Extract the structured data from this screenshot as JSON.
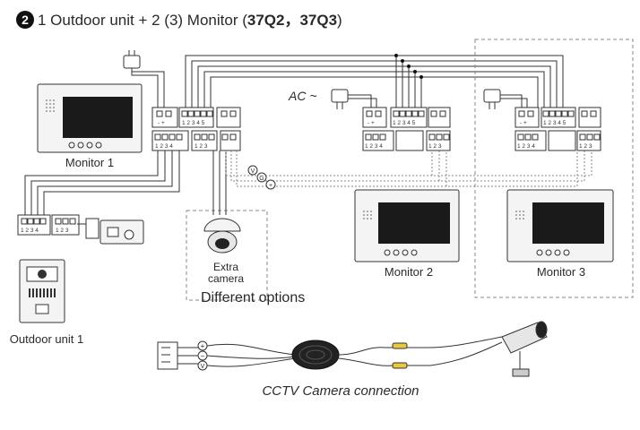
{
  "header": {
    "badge": "2",
    "title_prefix": "1 Outdoor unit  + 2 (3) Monitor  (",
    "model_a": "37Q2",
    "separator": "，",
    "model_b": "37Q3",
    "title_suffix": ")"
  },
  "labels": {
    "monitor_1": "Monitor 1",
    "monitor_2": "Monitor 2",
    "monitor_3": "Monitor 3",
    "outdoor_unit_1": "Outdoor unit 1",
    "extra_camera_line1": "Extra",
    "extra_camera_line2": "camera",
    "different_options": "Different options",
    "ac_label": "AC ~",
    "cctv_connection": "CCTV Camera connection"
  },
  "terminals": {
    "power": "- +",
    "monitor_bus": "1 2 3 4 5",
    "door_bus": "1 2 3 4",
    "camera_bus": "1 2 3",
    "outdoor_bus": "1 2 3 4",
    "lock_bus": "1 2 3"
  },
  "signal_marks": {
    "video": "V",
    "ground": "G",
    "plus": "+",
    "minus": "−"
  },
  "colors": {
    "line": "#333333",
    "dashed": "#888888",
    "screen": "#1a1a1a",
    "panel": "#f4f4f4",
    "connector": "#e8c840"
  }
}
